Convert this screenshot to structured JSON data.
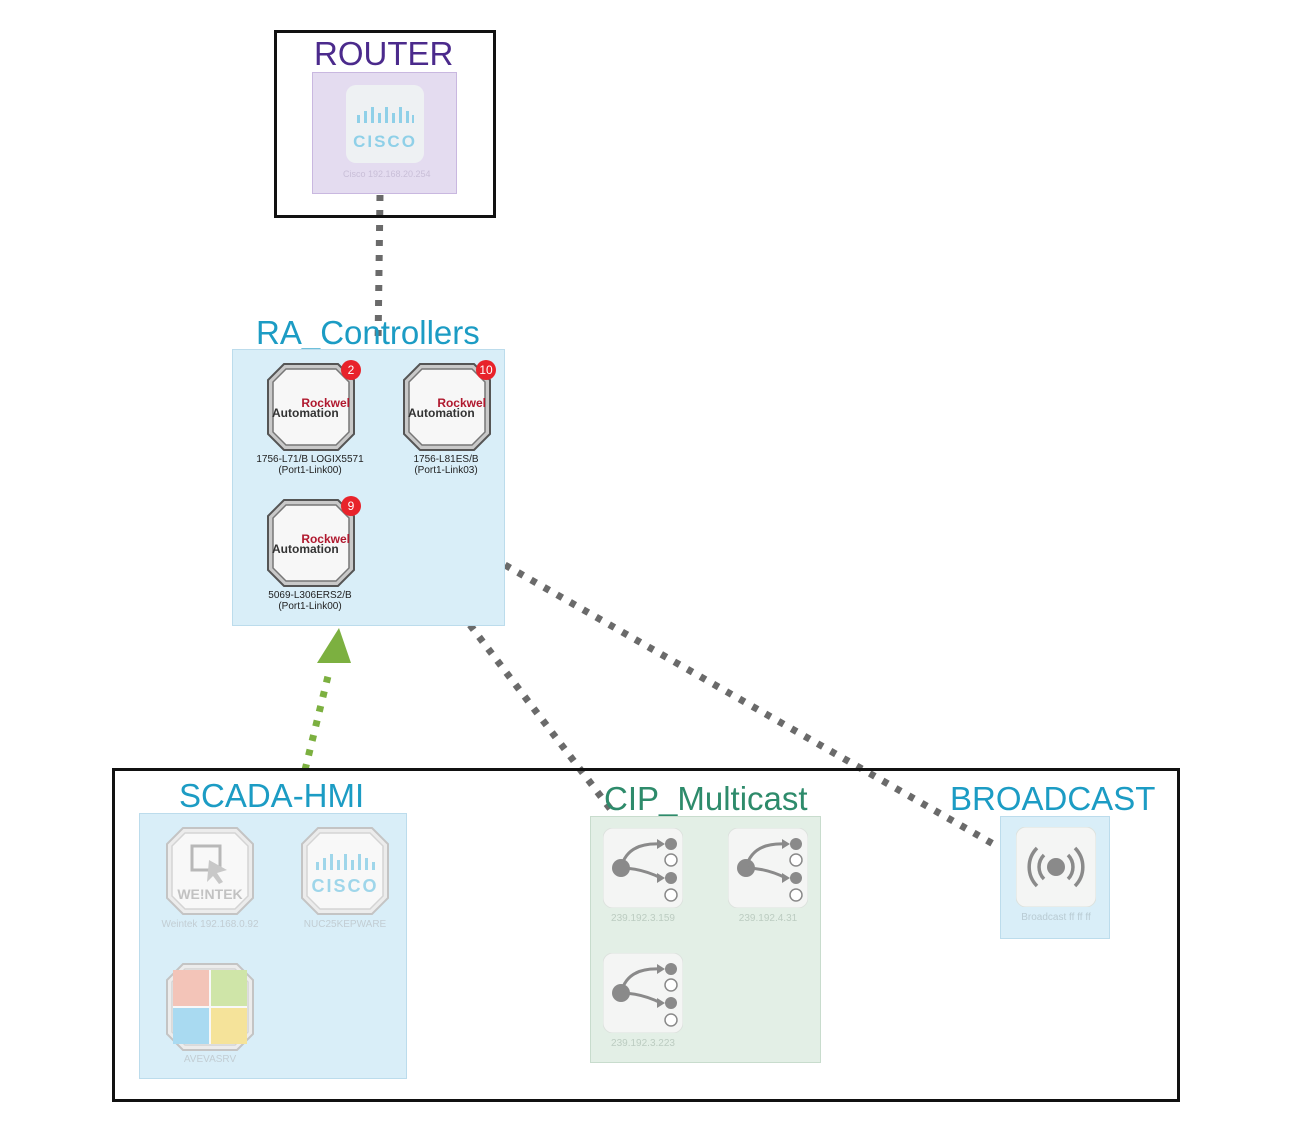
{
  "colors": {
    "router_label": "#4b2a8c",
    "group_label": "#1c9cc4",
    "cip_label": "#2e8b6b",
    "router_fill": "#e4dcf0",
    "group_fill": "#d9eef8",
    "cip_fill": "#e3efe6",
    "link_dash": "#6a6a6a",
    "arrow_green": "#7cb040",
    "badge_red": "#e8232b"
  },
  "router": {
    "title": "ROUTER",
    "node": {
      "icon": "cisco-logo-icon",
      "logo_text": "CISCO",
      "caption": "Cisco 192.168.20.254"
    }
  },
  "ra_controllers": {
    "title": "RA_Controllers",
    "nodes": [
      {
        "icon": "rockwell-automation-icon",
        "logo_line1": "Rockwel",
        "logo_line2": "Automation",
        "badge": "2",
        "caption1": "1756-L71/B LOGIX5571",
        "caption2": "(Port1-Link00)"
      },
      {
        "icon": "rockwell-automation-icon",
        "logo_line1": "Rockwel",
        "logo_line2": "Automation",
        "badge": "10",
        "caption1": "1756-L81ES/B",
        "caption2": "(Port1-Link03)"
      },
      {
        "icon": "rockwell-automation-icon",
        "logo_line1": "Rockwel",
        "logo_line2": "Automation",
        "badge": "9",
        "caption1": "5069-L306ERS2/B",
        "caption2": "(Port1-Link00)"
      }
    ]
  },
  "scada_hmi": {
    "title": "SCADA-HMI",
    "nodes": [
      {
        "icon": "weintek-icon",
        "logo_text": "WE!NTEK",
        "caption": "Weintek 192.168.0.92"
      },
      {
        "icon": "cisco-logo-icon",
        "logo_text": "CISCO",
        "caption": "NUC25KEPWARE"
      },
      {
        "icon": "windows-icon",
        "caption": "AVEVASRV"
      }
    ]
  },
  "cip_multicast": {
    "title": "CIP_Multicast",
    "nodes": [
      {
        "icon": "multicast-icon",
        "caption": "239.192.3.159"
      },
      {
        "icon": "multicast-icon",
        "caption": "239.192.4.31"
      },
      {
        "icon": "multicast-icon",
        "caption": "239.192.3.223"
      }
    ]
  },
  "broadcast": {
    "title": "BROADCAST",
    "node": {
      "icon": "broadcast-icon",
      "caption": "Broadcast ff ff ff"
    }
  }
}
